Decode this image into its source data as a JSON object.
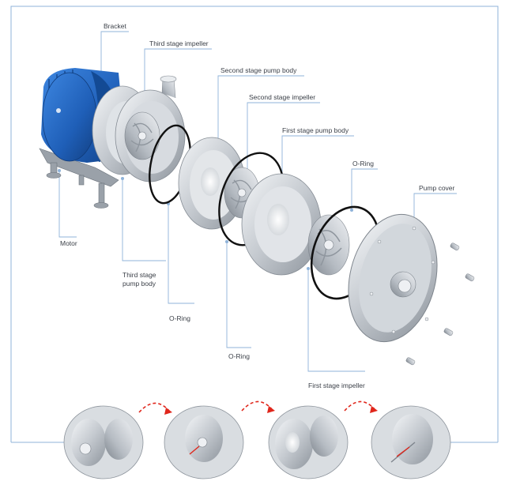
{
  "labels": {
    "bracket": "Bracket",
    "third_stage_impeller": "Third stage impeller",
    "second_stage_pump_body": "Second stage pump body",
    "second_stage_impeller": "Second stage impeller",
    "first_stage_pump_body": "First stage pump body",
    "o_ring_right": "O-Ring",
    "pump_cover": "Pump cover",
    "motor": "Motor",
    "third_stage_pump_body": "Third stage pump body",
    "o_ring_middle": "O-Ring",
    "o_ring_lower": "O-Ring",
    "first_stage_impeller": "First stage impeller"
  },
  "colors": {
    "callout_line": "#8fb3d9",
    "motor_blue": "#1f5fb8",
    "steel": "#c9ced4",
    "oring": "#111111",
    "arrow_red": "#e0261b"
  },
  "icons": [
    "motor-icon",
    "impeller-icon",
    "pump-body-icon",
    "o-ring-icon",
    "pump-cover-icon",
    "bolt-icon",
    "curved-arrow-icon"
  ]
}
